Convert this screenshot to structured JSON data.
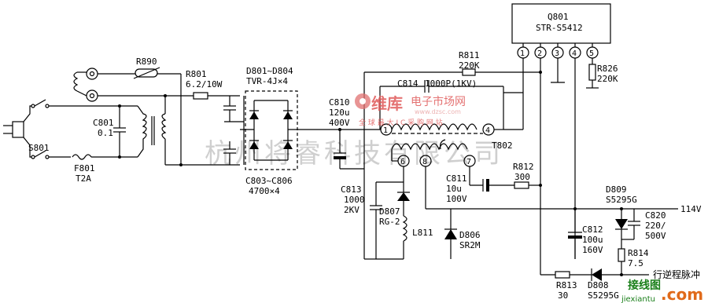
{
  "ic": {
    "ref": "Q801",
    "part": "STR-S5412",
    "pins": [
      "1",
      "2",
      "3",
      "4",
      "5"
    ]
  },
  "components": {
    "r890": "R890",
    "r801": "R801",
    "r801_val": "6.2/10W",
    "d801": "D801~D804",
    "d801_val": "TVR-4J×4",
    "c801": "C801",
    "c801_val": "0.1",
    "s801": "S801",
    "f801": "F801",
    "f801_val": "T2A",
    "c803": "C803~C806",
    "c803_val": "4700×4",
    "c810": "C810",
    "c810_val1": "120u",
    "c810_val2": "400V",
    "r811": "R811",
    "r811_val": "220K",
    "c814": "C814",
    "c814_val": "1000P(1KV)",
    "r826": "R826",
    "r826_val": "220K",
    "t802": "T802",
    "t_pin1": "1",
    "t_pin4": "4",
    "t_pin6": "6",
    "t_pin8": "8",
    "t_pin7": "7",
    "c813": "C813",
    "c813_val1": "1000",
    "c813_val2": "2KV",
    "d807": "D807",
    "d807_val": "RG-2",
    "l811": "L811",
    "d806": "D806",
    "d806_val": "SR2M",
    "c811": "C811",
    "c811_val1": "10u",
    "c811_val2": "100V",
    "r812": "R812",
    "r812_val": "300",
    "d809": "D809",
    "d809_val": "S5295G",
    "v114": "114V",
    "c820": "C820",
    "c820_val1": "220/",
    "c820_val2": "500V",
    "c812": "C812",
    "c812_val1": "100u",
    "c812_val2": "160V",
    "r814": "R814",
    "r814_val": "7.5",
    "r813": "R813",
    "r813_val": "30",
    "d808": "D808",
    "d808_val": "S5295G",
    "flyback_label": "行逆程脉冲"
  },
  "watermarks": {
    "company": "杭州将睿科技有限公司",
    "brand": "维库",
    "brand_sub": "电子市场网",
    "domain_dim": "www.dzsc.com",
    "slogan": "全 球 最 大 I C 采 购 网 站",
    "site": "接线图",
    "site_url": "jiexiantu",
    "com": ".com"
  }
}
